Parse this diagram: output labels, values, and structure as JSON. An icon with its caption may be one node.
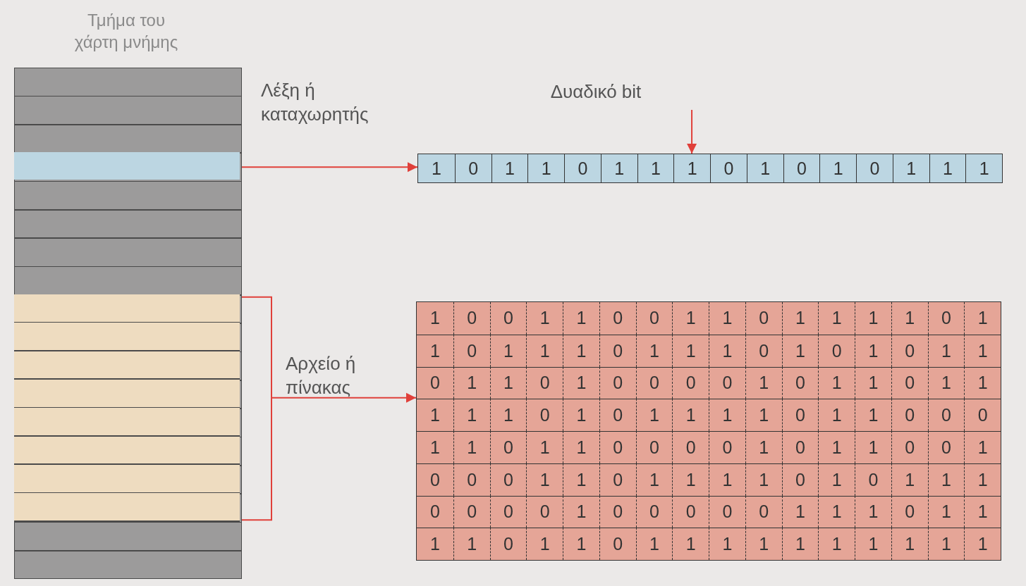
{
  "diagram": {
    "nodes": [
      {
        "text": [
          "Τμήμα του χάρτη μνήμης"
        ]
      },
      {
        "text": [],
        "shape": "bar",
        "in": 0
      },
      {
        "text": [],
        "shape": "box",
        "in": 0
      },
      {
        "text": [
          "1",
          "0",
          "1",
          "1",
          "0",
          "1",
          "1",
          "1",
          "0",
          "1",
          "0",
          "1",
          "0",
          "1",
          "1",
          "1"
        ]
      },
      {
        "text": [
          "1",
          "0",
          "0",
          "1",
          "1",
          "0",
          "0",
          "1",
          "1",
          "0",
          "1",
          "1",
          "1",
          "1",
          "0",
          "1",
          "1",
          "0",
          "1",
          "1",
          "1",
          "0",
          "1",
          "1",
          "1",
          "0",
          "1",
          "0",
          "1",
          "0",
          "1",
          "1",
          "0",
          "1",
          "1",
          "0",
          "1",
          "0",
          "0",
          "0",
          "0",
          "1",
          "0",
          "1",
          "1",
          "0",
          "1",
          "1",
          "1",
          "1",
          "1",
          "0",
          "1",
          "0",
          "1",
          "1",
          "1",
          "1",
          "0",
          "1",
          "1",
          "0",
          "0",
          "0",
          "1",
          "1",
          "0",
          "1",
          "1",
          "0",
          "0",
          "0",
          "0",
          "1",
          "0",
          "1",
          "1",
          "0",
          "0",
          "1",
          "0",
          "0",
          "0",
          "1",
          "1",
          "0",
          "1",
          "1",
          "1",
          "1",
          "0",
          "1",
          "0",
          "1",
          "1",
          "1",
          "0",
          "0",
          "0",
          "0",
          "1",
          "0",
          "0",
          "0",
          "0",
          "0",
          "1",
          "1",
          "1",
          "0",
          "1",
          "1",
          "1",
          "1",
          "0",
          "1",
          "1",
          "0",
          "1",
          "1",
          "1",
          "1",
          "1",
          "1",
          "1",
          "1",
          "1",
          "1"
        ]
      },
      {
        "text": [
          "Δυαδικό bit"
        ]
      }
    ],
    "edges": [
      {
        "from": 1,
        "to": 3,
        "arrow": "to",
        "label": "Λέξη ή καταχωρητής"
      },
      {
        "from": 2,
        "to": 4,
        "arrow": "to",
        "label": "Αρχείο ή πίνακας"
      },
      {
        "from": 5,
        "to": 3,
        "arrow": "to"
      }
    ]
  }
}
